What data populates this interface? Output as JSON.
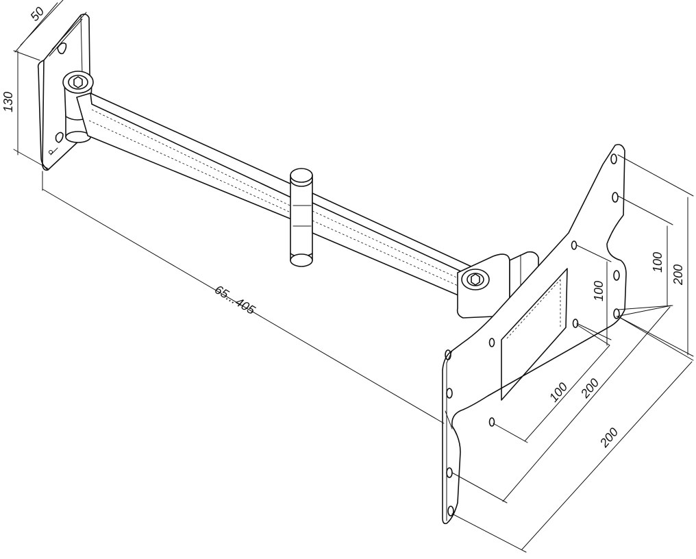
{
  "dimensions": {
    "wall_plate_depth": "50",
    "wall_plate_height": "130",
    "arm_extension": "65...405",
    "inner_vertical_spacing": "100",
    "outer_vertical_spacing": "200",
    "inner_vertical_side": "100",
    "inner_horizontal": "100",
    "outer_horizontal_top": "200",
    "outer_horizontal_bottom": "200"
  },
  "colors": {
    "line": "#111111",
    "background": "#ffffff"
  }
}
